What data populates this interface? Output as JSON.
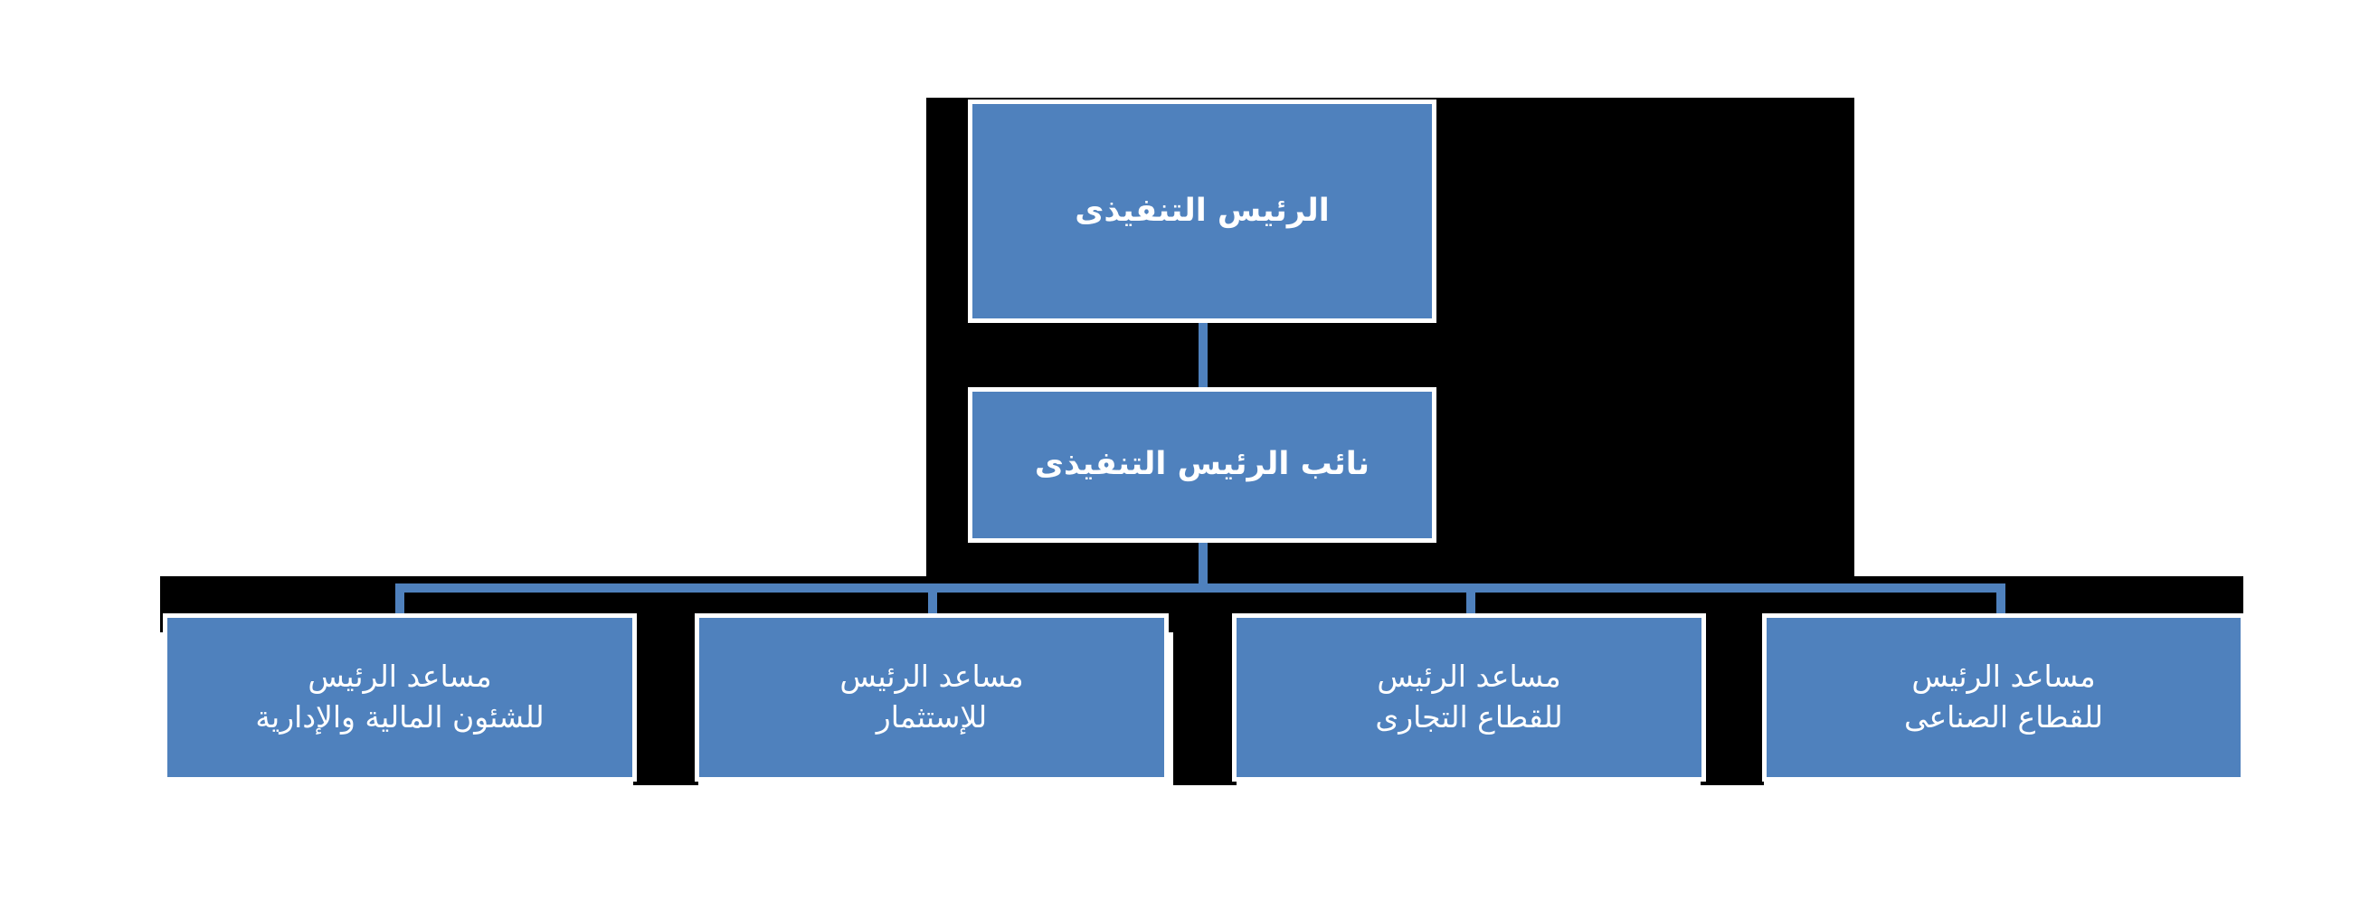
{
  "chart": {
    "type": "org-chart",
    "direction": "rtl",
    "language": "ar",
    "colors": {
      "node_fill": "#4F81BD",
      "node_border": "#FFFFFF",
      "connector": "#4F81BD",
      "backdrop": "#000000",
      "page_background": "#FFFFFF",
      "node_text": "#FFFFFF"
    },
    "nodes": [
      {
        "id": "ceo",
        "level": 0,
        "lines": [
          "الرئيس التنفيذى"
        ]
      },
      {
        "id": "deputy-ceo",
        "level": 1,
        "lines": [
          "نائب الرئيس التنفيذى"
        ]
      },
      {
        "id": "assistant-finance-admin",
        "level": 2,
        "lines": [
          "مساعد الرئيس",
          "للشئون المالية والإدارية"
        ]
      },
      {
        "id": "assistant-investment",
        "level": 2,
        "lines": [
          "مساعد الرئيس",
          "للإستثمار"
        ]
      },
      {
        "id": "assistant-commercial",
        "level": 2,
        "lines": [
          "مساعد الرئيس",
          "للقطاع التجارى"
        ]
      },
      {
        "id": "assistant-industrial",
        "level": 2,
        "lines": [
          "مساعد الرئيس",
          "للقطاع الصناعى"
        ]
      }
    ],
    "edges": [
      {
        "from": "ceo",
        "to": "deputy-ceo"
      },
      {
        "from": "deputy-ceo",
        "to": "assistant-finance-admin"
      },
      {
        "from": "deputy-ceo",
        "to": "assistant-investment"
      },
      {
        "from": "deputy-ceo",
        "to": "assistant-commercial"
      },
      {
        "from": "deputy-ceo",
        "to": "assistant-industrial"
      }
    ]
  }
}
